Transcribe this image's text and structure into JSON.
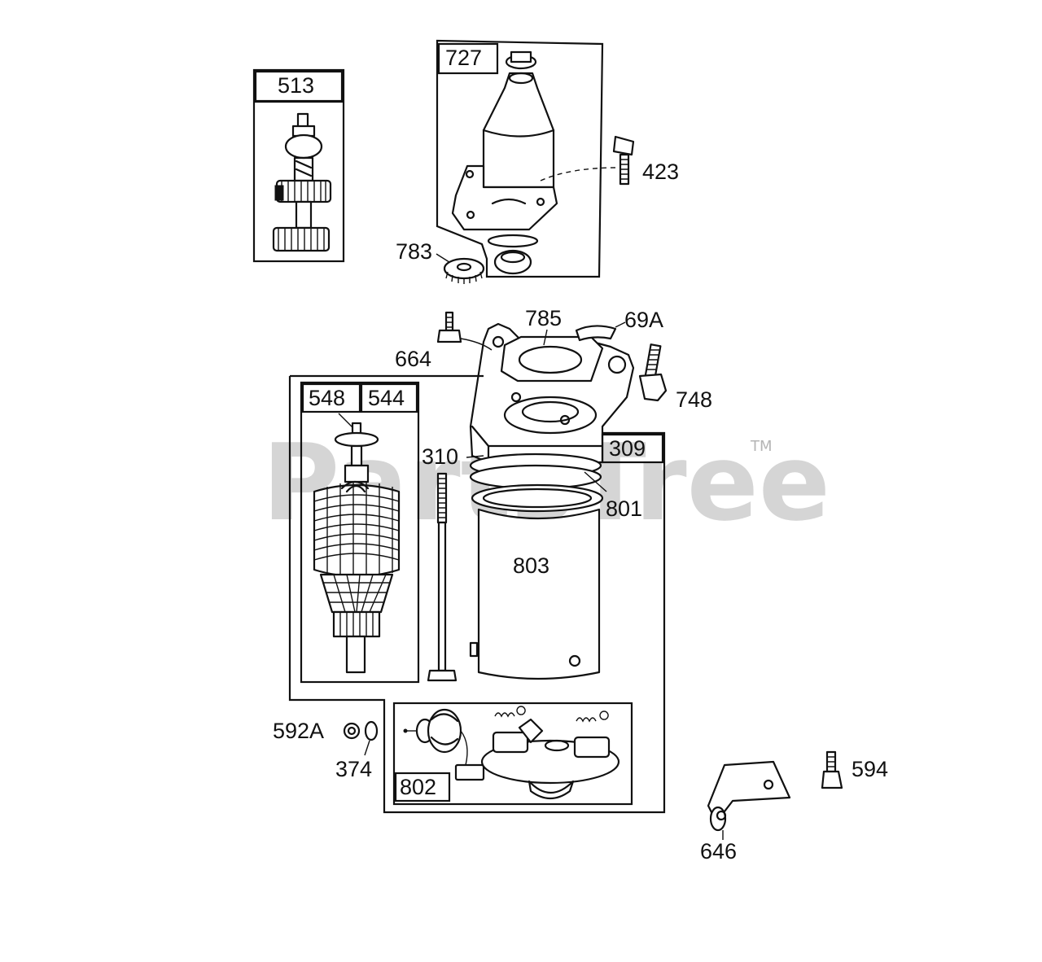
{
  "diagram": {
    "watermark": "PartsTree",
    "trademark": "TM",
    "labels": {
      "p513": "513",
      "p727": "727",
      "p423": "423",
      "p783": "783",
      "p785": "785",
      "p69A": "69A",
      "p664": "664",
      "p748": "748",
      "p548": "548",
      "p544": "544",
      "p310": "310",
      "p309": "309",
      "p801": "801",
      "p803": "803",
      "p592A": "592A",
      "p374": "374",
      "p802": "802",
      "p594": "594",
      "p646": "646"
    }
  }
}
